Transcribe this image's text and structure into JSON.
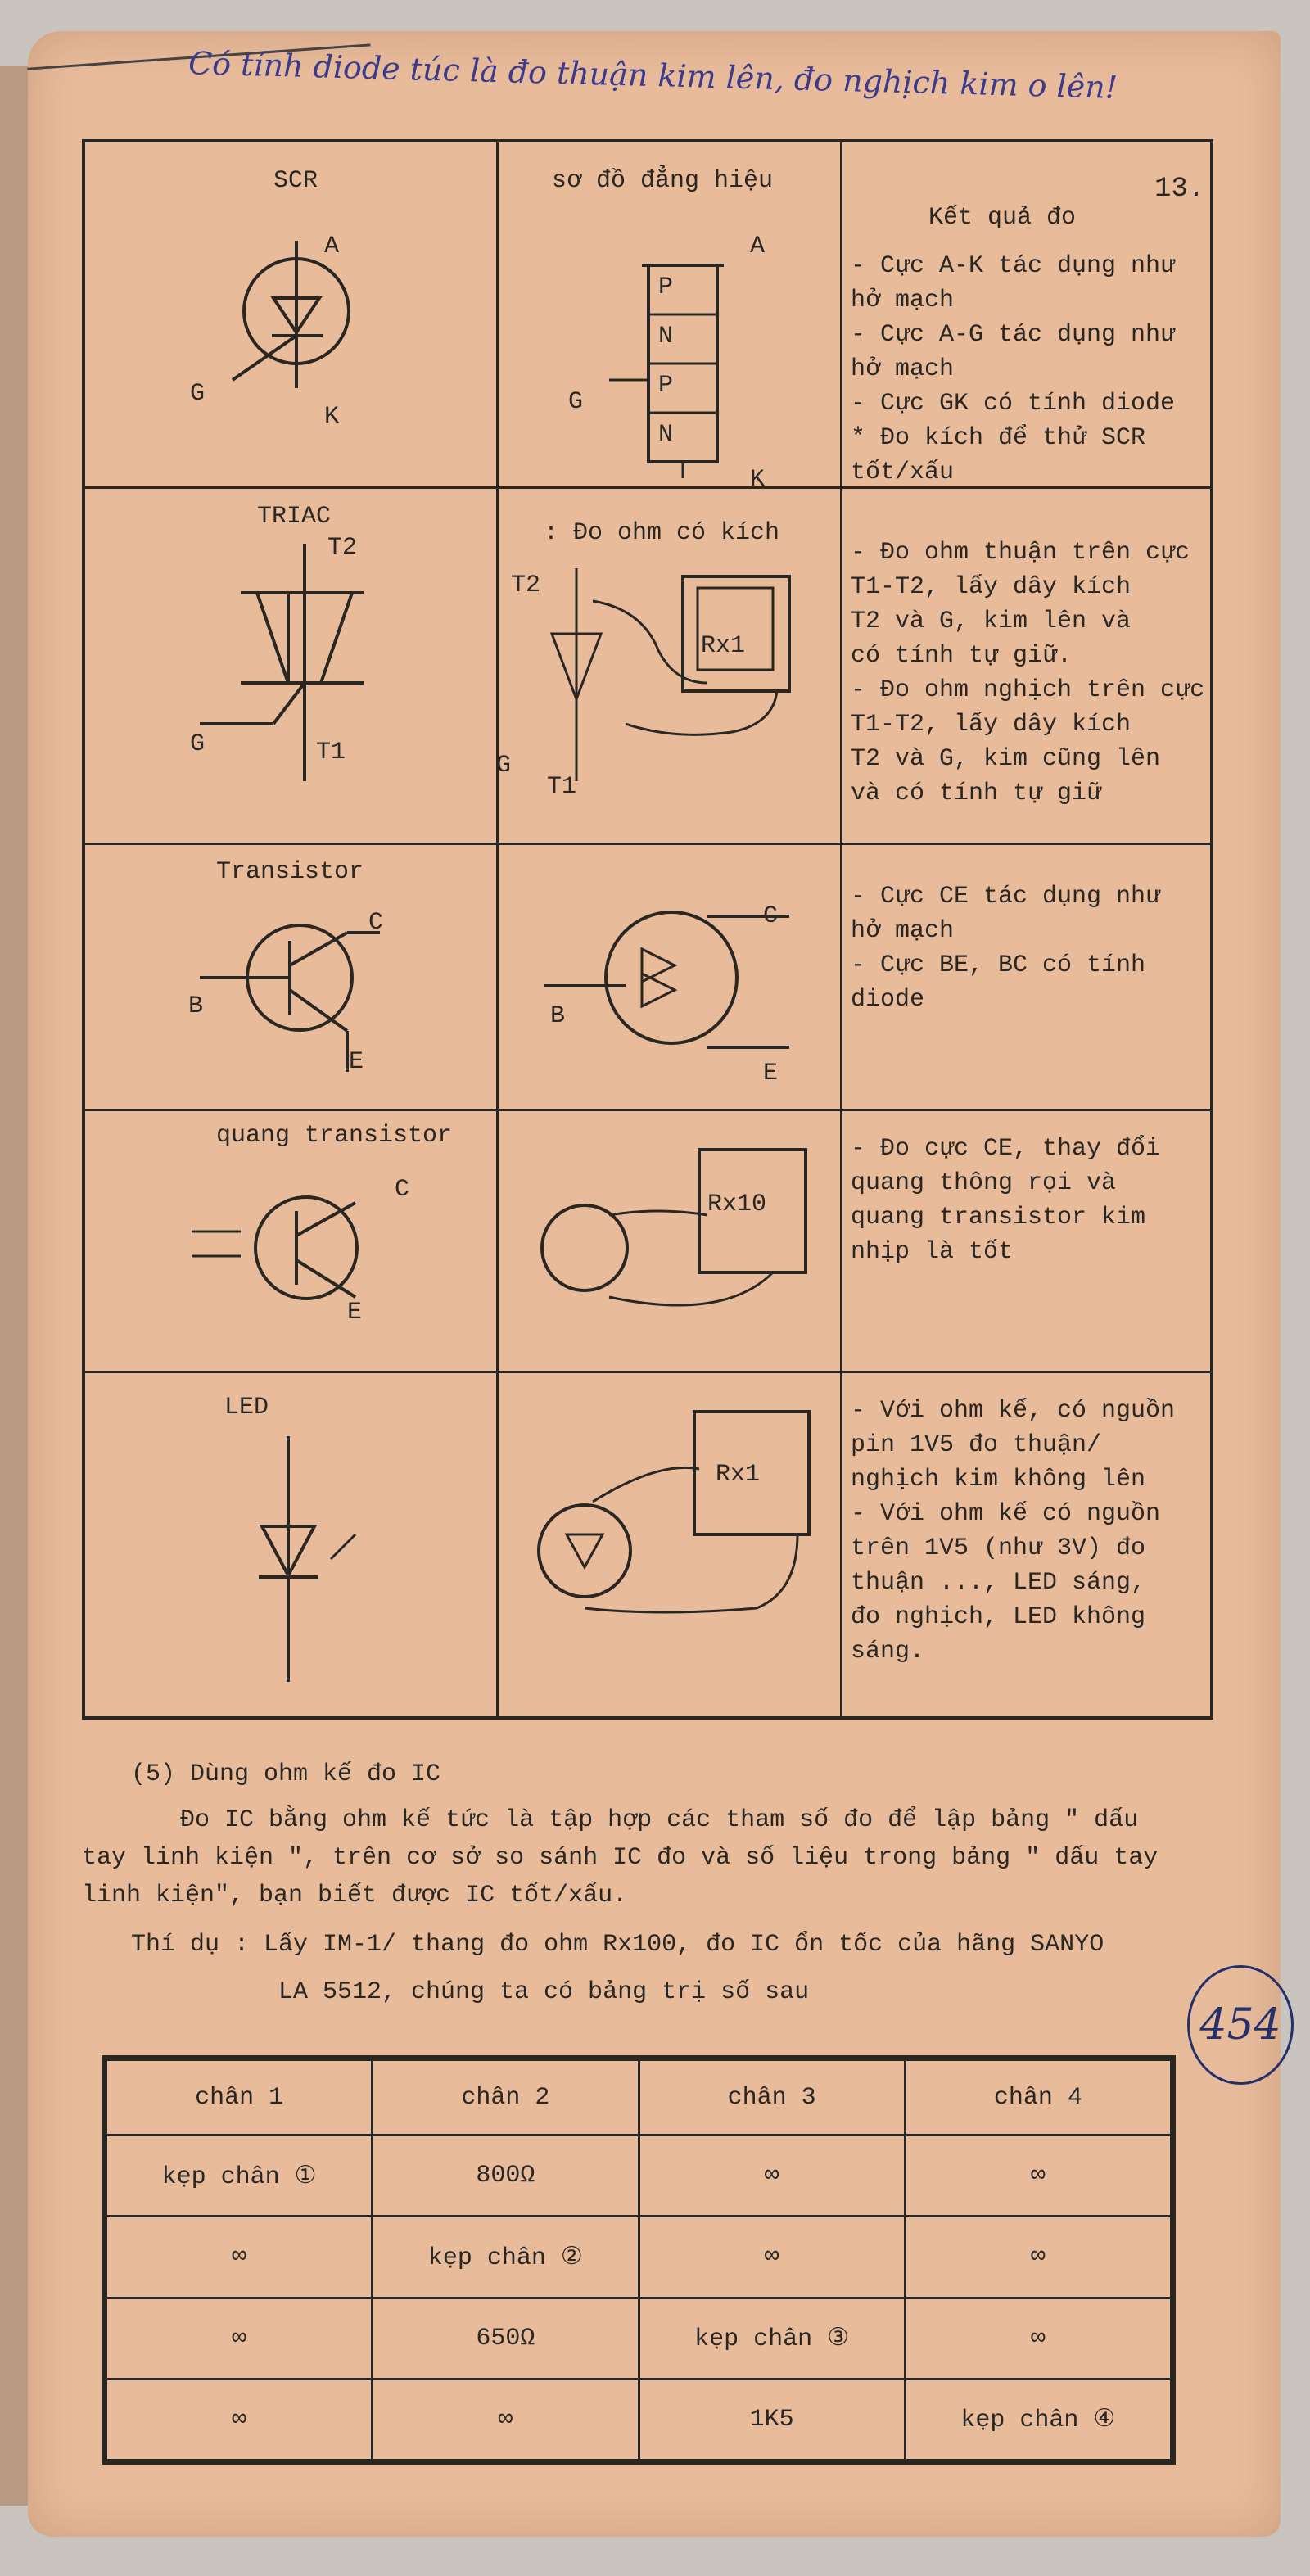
{
  "handwritten_note": "Có tính diode túc là đo thuận kim lên, đo nghịch kim o lên!",
  "page_number": "13.",
  "table": {
    "headers": {
      "col2": "sơ đồ đẳng hiệu",
      "col3": "Kết quả đo"
    },
    "rows": [
      {
        "name": "SCR",
        "diagram_title": "",
        "result": "- Cực A-K tác dụng như\n  hở mạch\n- Cực A-G tác dụng như\n  hở mạch\n- Cực GK có tính diode\n* Đo kích để thử SCR\n  tốt/xấu"
      },
      {
        "name": "TRIAC",
        "diagram_title": ": Đo ohm có kích",
        "result": "- Đo ohm thuận trên cực\n  T1-T2, lấy dây kích\n  T2 và G, kim lên và\n  có tính tự giữ.\n- Đo ohm nghịch trên cực\n  T1-T2, lấy dây kích\n  T2 và G, kim cũng lên\n  và có tính tự giữ"
      },
      {
        "name": "Transistor",
        "diagram_title": "",
        "result": "- Cực CE tác dụng như\n  hở mạch\n- Cực BE, BC có tính\n  diode"
      },
      {
        "name": "quang transistor",
        "diagram_title": "",
        "result": "- Đo cực CE, thay đổi\n  quang thông rọi và\n  quang transistor kim\n  nhịp là tốt"
      },
      {
        "name": "LED",
        "diagram_title": "",
        "result": "- Với ohm kế, có nguồn\n  pin 1V5 đo thuận/\n  nghịch kim không lên\n- Với ohm kế có nguồn\n  trên 1V5 (như 3V) đo\n  thuận ..., LED sáng,\n  đo nghịch, LED không\n  sáng."
      }
    ],
    "labels": {
      "A": "A",
      "K": "K",
      "G": "G",
      "P": "P",
      "N": "N",
      "T2": "T2",
      "T1": "T1",
      "C": "C",
      "B": "B",
      "E": "E",
      "rx1": "Rx1",
      "rx10": "Rx10"
    }
  },
  "section": {
    "title": "(5) Dùng ohm kế đo IC",
    "lines": [
      "Đo IC bằng ohm kế tức là tập hợp các tham số đo để lập bảng \" dấu",
      "tay linh kiện \", trên cơ sở so sánh IC đo và số liệu trong bảng \" dấu tay",
      "linh kiện\", bạn biết được IC tốt/xấu.",
      "Thí dụ : Lấy IM-1/ thang đo ohm Rx100, đo IC ổn tốc của hãng SANYO",
      "LA 5512, chúng ta có bảng trị số sau"
    ]
  },
  "ic_table": {
    "headers": [
      "chân 1",
      "chân 2",
      "chân 3",
      "chân 4"
    ],
    "rows": [
      [
        "kẹp chân ①",
        "800Ω",
        "∞",
        "∞"
      ],
      [
        "∞",
        "kẹp chân ②",
        "∞",
        "∞"
      ],
      [
        "∞",
        "650Ω",
        "kẹp chân ③",
        "∞"
      ],
      [
        "∞",
        "∞",
        "1K5",
        "kẹp chân ④"
      ]
    ]
  },
  "stamp": "454"
}
